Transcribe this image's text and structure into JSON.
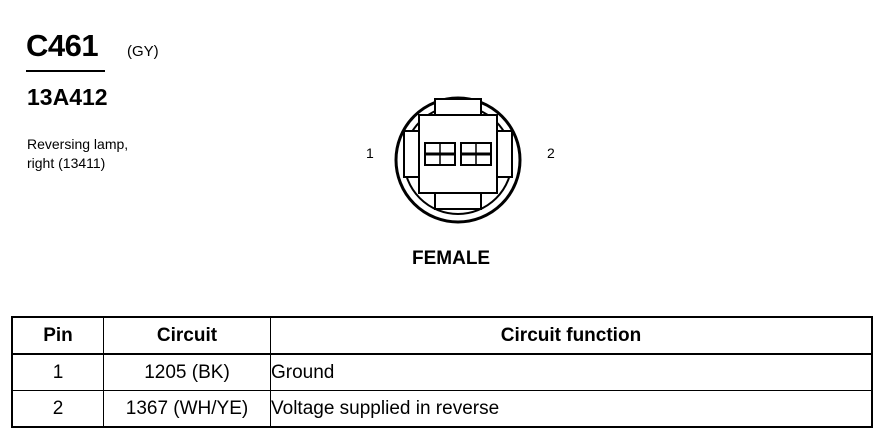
{
  "connector": {
    "id": "C461",
    "color": "(GY)",
    "part_number": "13A412",
    "description_lines": [
      "Reversing lamp,",
      "right (13411)"
    ],
    "pin_labels": [
      "1",
      "2"
    ],
    "gender": "FEMALE"
  },
  "table": {
    "headers": {
      "pin": "Pin",
      "circuit": "Circuit",
      "function": "Circuit function"
    },
    "rows": [
      {
        "pin": "1",
        "circuit": "1205 (BK)",
        "function": "Ground"
      },
      {
        "pin": "2",
        "circuit": "1367 (WH/YE)",
        "function": "Voltage supplied in reverse"
      }
    ]
  }
}
